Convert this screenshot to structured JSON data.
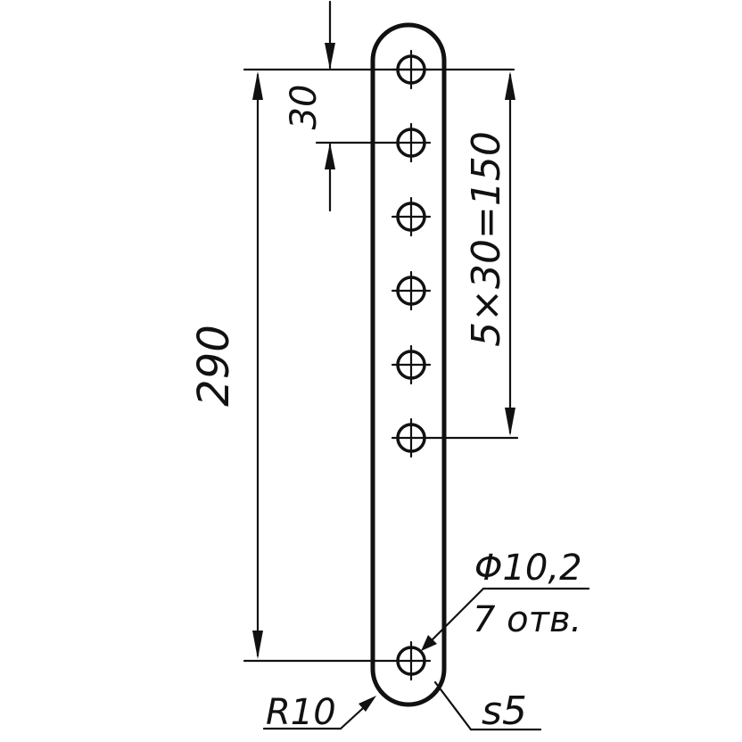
{
  "dimensions": {
    "hole_spacing": "30",
    "hole_pattern": "5×30=150",
    "overall_length": "290",
    "hole_diameter": "Φ10,2",
    "hole_count": "7 отв.",
    "end_radius": "R10",
    "thickness": "s5"
  },
  "colors": {
    "line": "#111111",
    "background": "#ffffff"
  }
}
